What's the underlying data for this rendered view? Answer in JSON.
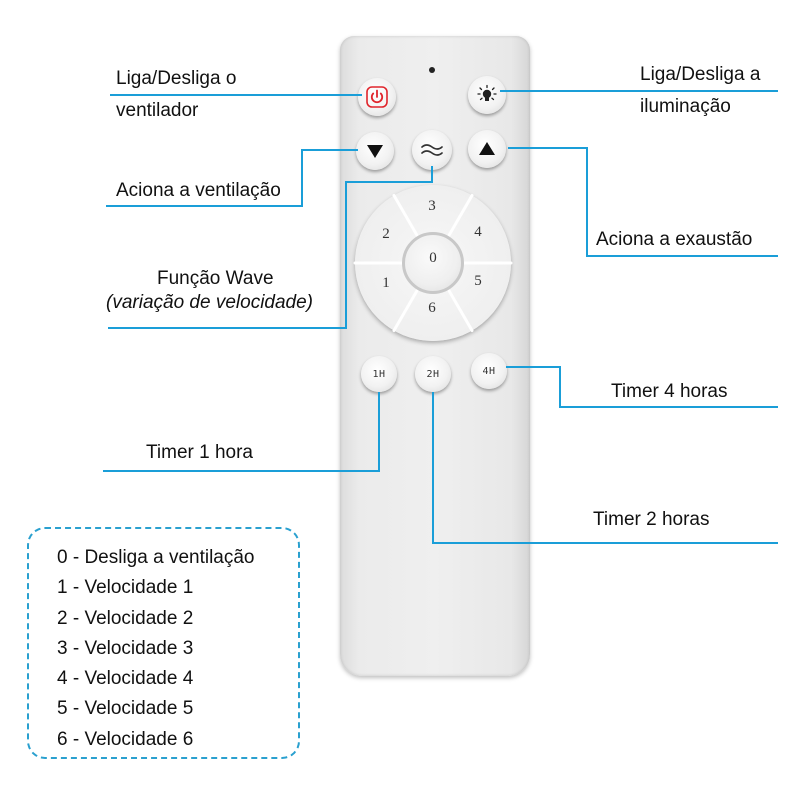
{
  "colors": {
    "leader_line": "#1a9ed8",
    "legend_border": "#2aa0cf",
    "power_icon": "#e0252c"
  },
  "callouts": {
    "power_fan": {
      "line1": "Liga/Desliga o",
      "line2": "ventilador"
    },
    "light": {
      "line1": "Liga/Desliga a",
      "line2": "iluminação"
    },
    "ventilation": "Aciona a ventilação",
    "exhaust": "Aciona a exaustão",
    "wave": {
      "line1": "Função Wave",
      "line2": "(variação de velocidade)"
    },
    "timer4": "Timer 4 horas",
    "timer1": "Timer 1 hora",
    "timer2": "Timer 2 horas"
  },
  "remote": {
    "buttons": {
      "power_icon": "power-icon",
      "light_icon": "lightbulb-icon",
      "down_icon": "triangle-down-icon",
      "wave_icon": "wave-icon",
      "up_icon": "triangle-up-icon"
    },
    "speed_wheel": {
      "center": "0",
      "top": "3",
      "upper_left": "2",
      "upper_right": "4",
      "lower_left": "1",
      "lower_right": "5",
      "bottom": "6"
    },
    "timers": {
      "t1": "1H",
      "t2": "2H",
      "t4": "4H"
    }
  },
  "legend": [
    "0 - Desliga a ventilação",
    "1 - Velocidade 1",
    "2 - Velocidade 2",
    "3 - Velocidade 3",
    "4 - Velocidade 4",
    "5 - Velocidade 5",
    "6 - Velocidade 6"
  ]
}
